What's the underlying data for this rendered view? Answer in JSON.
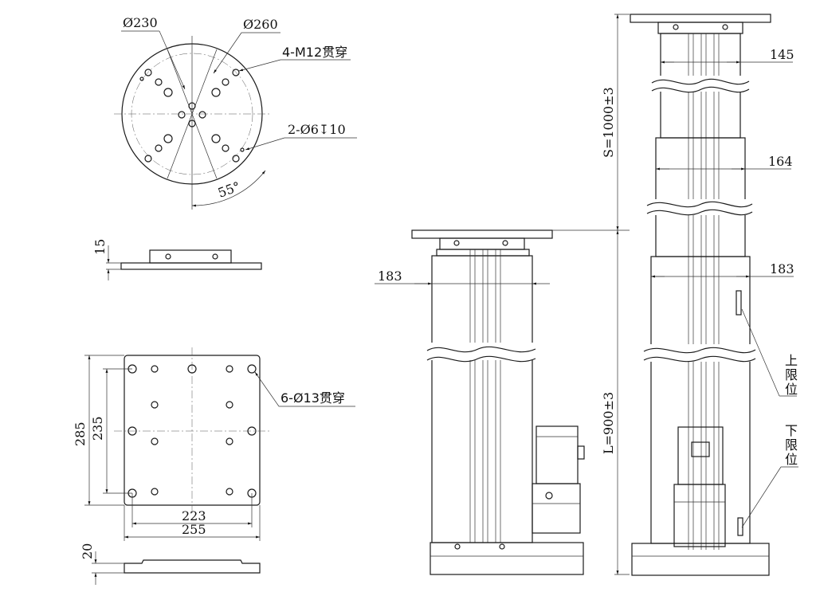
{
  "circle_view": {
    "dia_inner": "Ø230",
    "dia_outer": "Ø260",
    "holes_thru": "4-M12贯穿",
    "pin_holes": "2-Ø6↧10",
    "angle": "55°"
  },
  "flange_side": {
    "thickness": "15"
  },
  "square_view": {
    "height_outer": "285",
    "height_inner": "235",
    "width_inner": "223",
    "width_outer": "255",
    "holes_thru": "6-Ø13贯穿"
  },
  "base_side": {
    "thickness": "20"
  },
  "front_view": {
    "width": "183"
  },
  "side_view": {
    "top_width": "145",
    "mid_width": "164",
    "bottom_width": "183",
    "stroke": "S=1000±3",
    "length": "L=900±3",
    "upper_limit": [
      "上",
      "限",
      "位"
    ],
    "lower_limit": [
      "下",
      "限",
      "位"
    ]
  }
}
